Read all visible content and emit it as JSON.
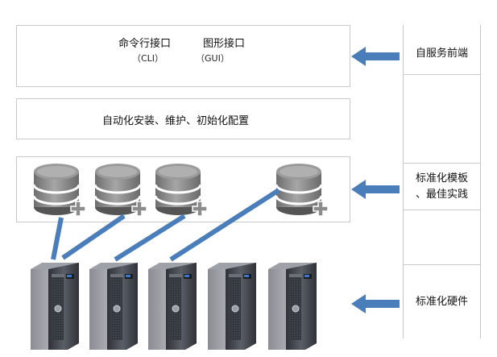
{
  "interfaces": {
    "cli_label": "命令行接口",
    "cli_sub": "（CLI）",
    "gui_label": "图形接口",
    "gui_sub": "（GUI）"
  },
  "automation": {
    "label": "自动化安装、维护、初始化配置"
  },
  "side_labels": {
    "frontend": "自服务前端",
    "template_line1": "标准化模板",
    "template_line2": "、最佳实践",
    "hardware": "标准化硬件"
  },
  "icons": {
    "database": "database-plus-icon",
    "server": "server-tower-icon",
    "arrow": "arrow-left-icon"
  },
  "colors": {
    "arrow": "#4a7ebb",
    "border": "#c9c9c9",
    "database": "#8c8c8c",
    "server": "#3a3d42"
  }
}
